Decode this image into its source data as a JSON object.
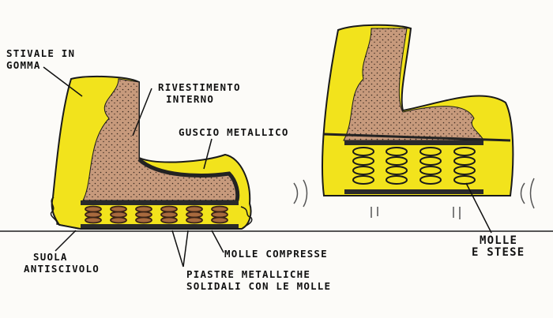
{
  "labels": {
    "rubber_boot": [
      "STIVALE IN",
      "GOMMA"
    ],
    "inner_lining": [
      "RIVESTIMENTO",
      "INTERNO"
    ],
    "metal_shell": "GUSCIO METALLICO",
    "non_slip_sole": [
      "SUOLA",
      "ANTISCIVOLO"
    ],
    "compressed_springs": "MOLLE COMPRESSE",
    "metal_plates": [
      "PIASTRE METALLICHE",
      "SOLIDALI CON LE MOLLE"
    ],
    "extended_springs": [
      "MOLLE",
      "E STESE"
    ]
  },
  "colors": {
    "rubber": "#f2e31c",
    "lining": "#c79a7c",
    "ground": "#555555",
    "spring": "#a86a3e"
  }
}
